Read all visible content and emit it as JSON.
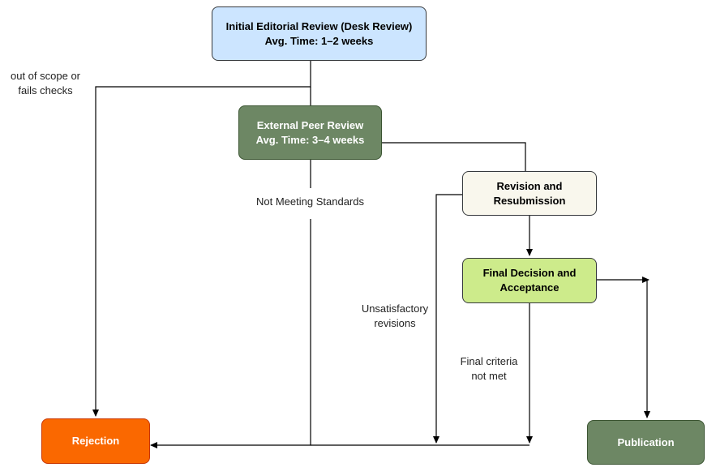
{
  "nodes": {
    "desk_review": {
      "line1": "Initial Editorial Review (Desk Review)",
      "line2": "Avg. Time: 1–2 weeks",
      "fill": "#cce5ff",
      "stroke": "#36393d"
    },
    "peer_review": {
      "line1": "External Peer Review",
      "line2": "Avg. Time: 3–4 weeks",
      "fill": "#6d8764",
      "stroke": "#3a5431"
    },
    "revision": {
      "line1": "Revision and",
      "line2": "Resubmission",
      "fill": "#f9f7ed",
      "stroke": "#36393d"
    },
    "final_decision": {
      "line1": "Final Decision and",
      "line2": "Acceptance",
      "fill": "#cdeb8b",
      "stroke": "#36393d"
    },
    "rejection": {
      "label": "Rejection",
      "fill": "#fa6800",
      "stroke": "#c73500"
    },
    "publication": {
      "label": "Publication",
      "fill": "#6d8764",
      "stroke": "#3a5431"
    }
  },
  "edge_labels": {
    "out_of_scope_line1": "out of scope or",
    "out_of_scope_line2": "fails checks",
    "not_meeting_standards": "Not Meeting Standards",
    "unsatisfactory_line1": "Unsatisfactory",
    "unsatisfactory_line2": "revisions",
    "final_criteria_line1": "Final criteria",
    "final_criteria_line2": "not met"
  }
}
